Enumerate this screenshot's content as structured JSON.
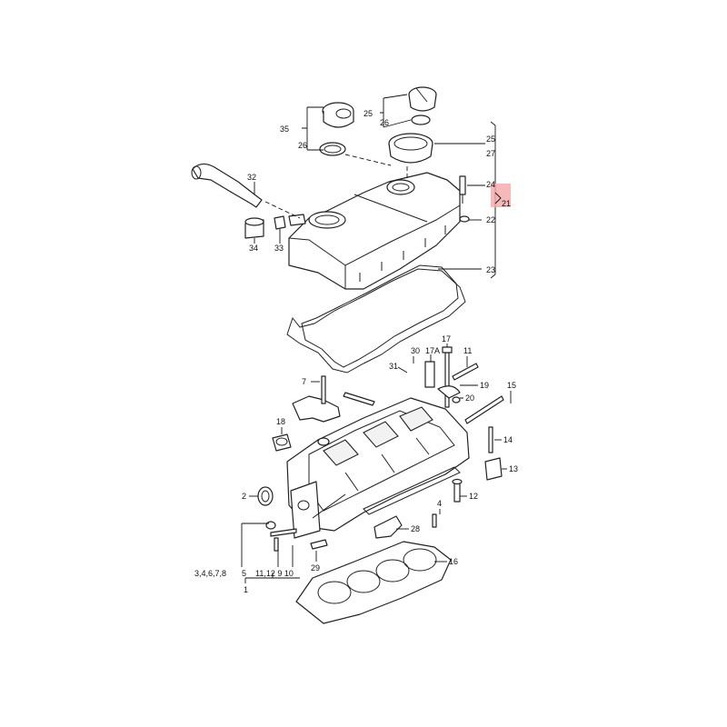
{
  "callouts": {
    "c1": "1",
    "c2": "2",
    "c3_8": "3,4,6,7,8",
    "c5_10": "5",
    "c11_12_9_10": "11,12 9 10",
    "c7": "7",
    "c11": "11",
    "c12": "12",
    "c13": "13",
    "c14": "14",
    "c15": "15",
    "c16": "16",
    "c17": "17",
    "c17a": "17A",
    "c18": "18",
    "c19": "19",
    "c20": "20",
    "c21": "21",
    "c22": "22",
    "c23": "23",
    "c24": "24",
    "c25a": "25",
    "c25b": "25",
    "c26a": "26",
    "c26b": "26",
    "c27": "27",
    "c28": "28",
    "c29": "29",
    "c30": "30",
    "c31": "31",
    "c32": "32",
    "c33": "33",
    "c34": "34",
    "c35": "35",
    "c4": "4"
  },
  "colors": {
    "highlight": "#f4a6a6",
    "line": "#222222"
  }
}
